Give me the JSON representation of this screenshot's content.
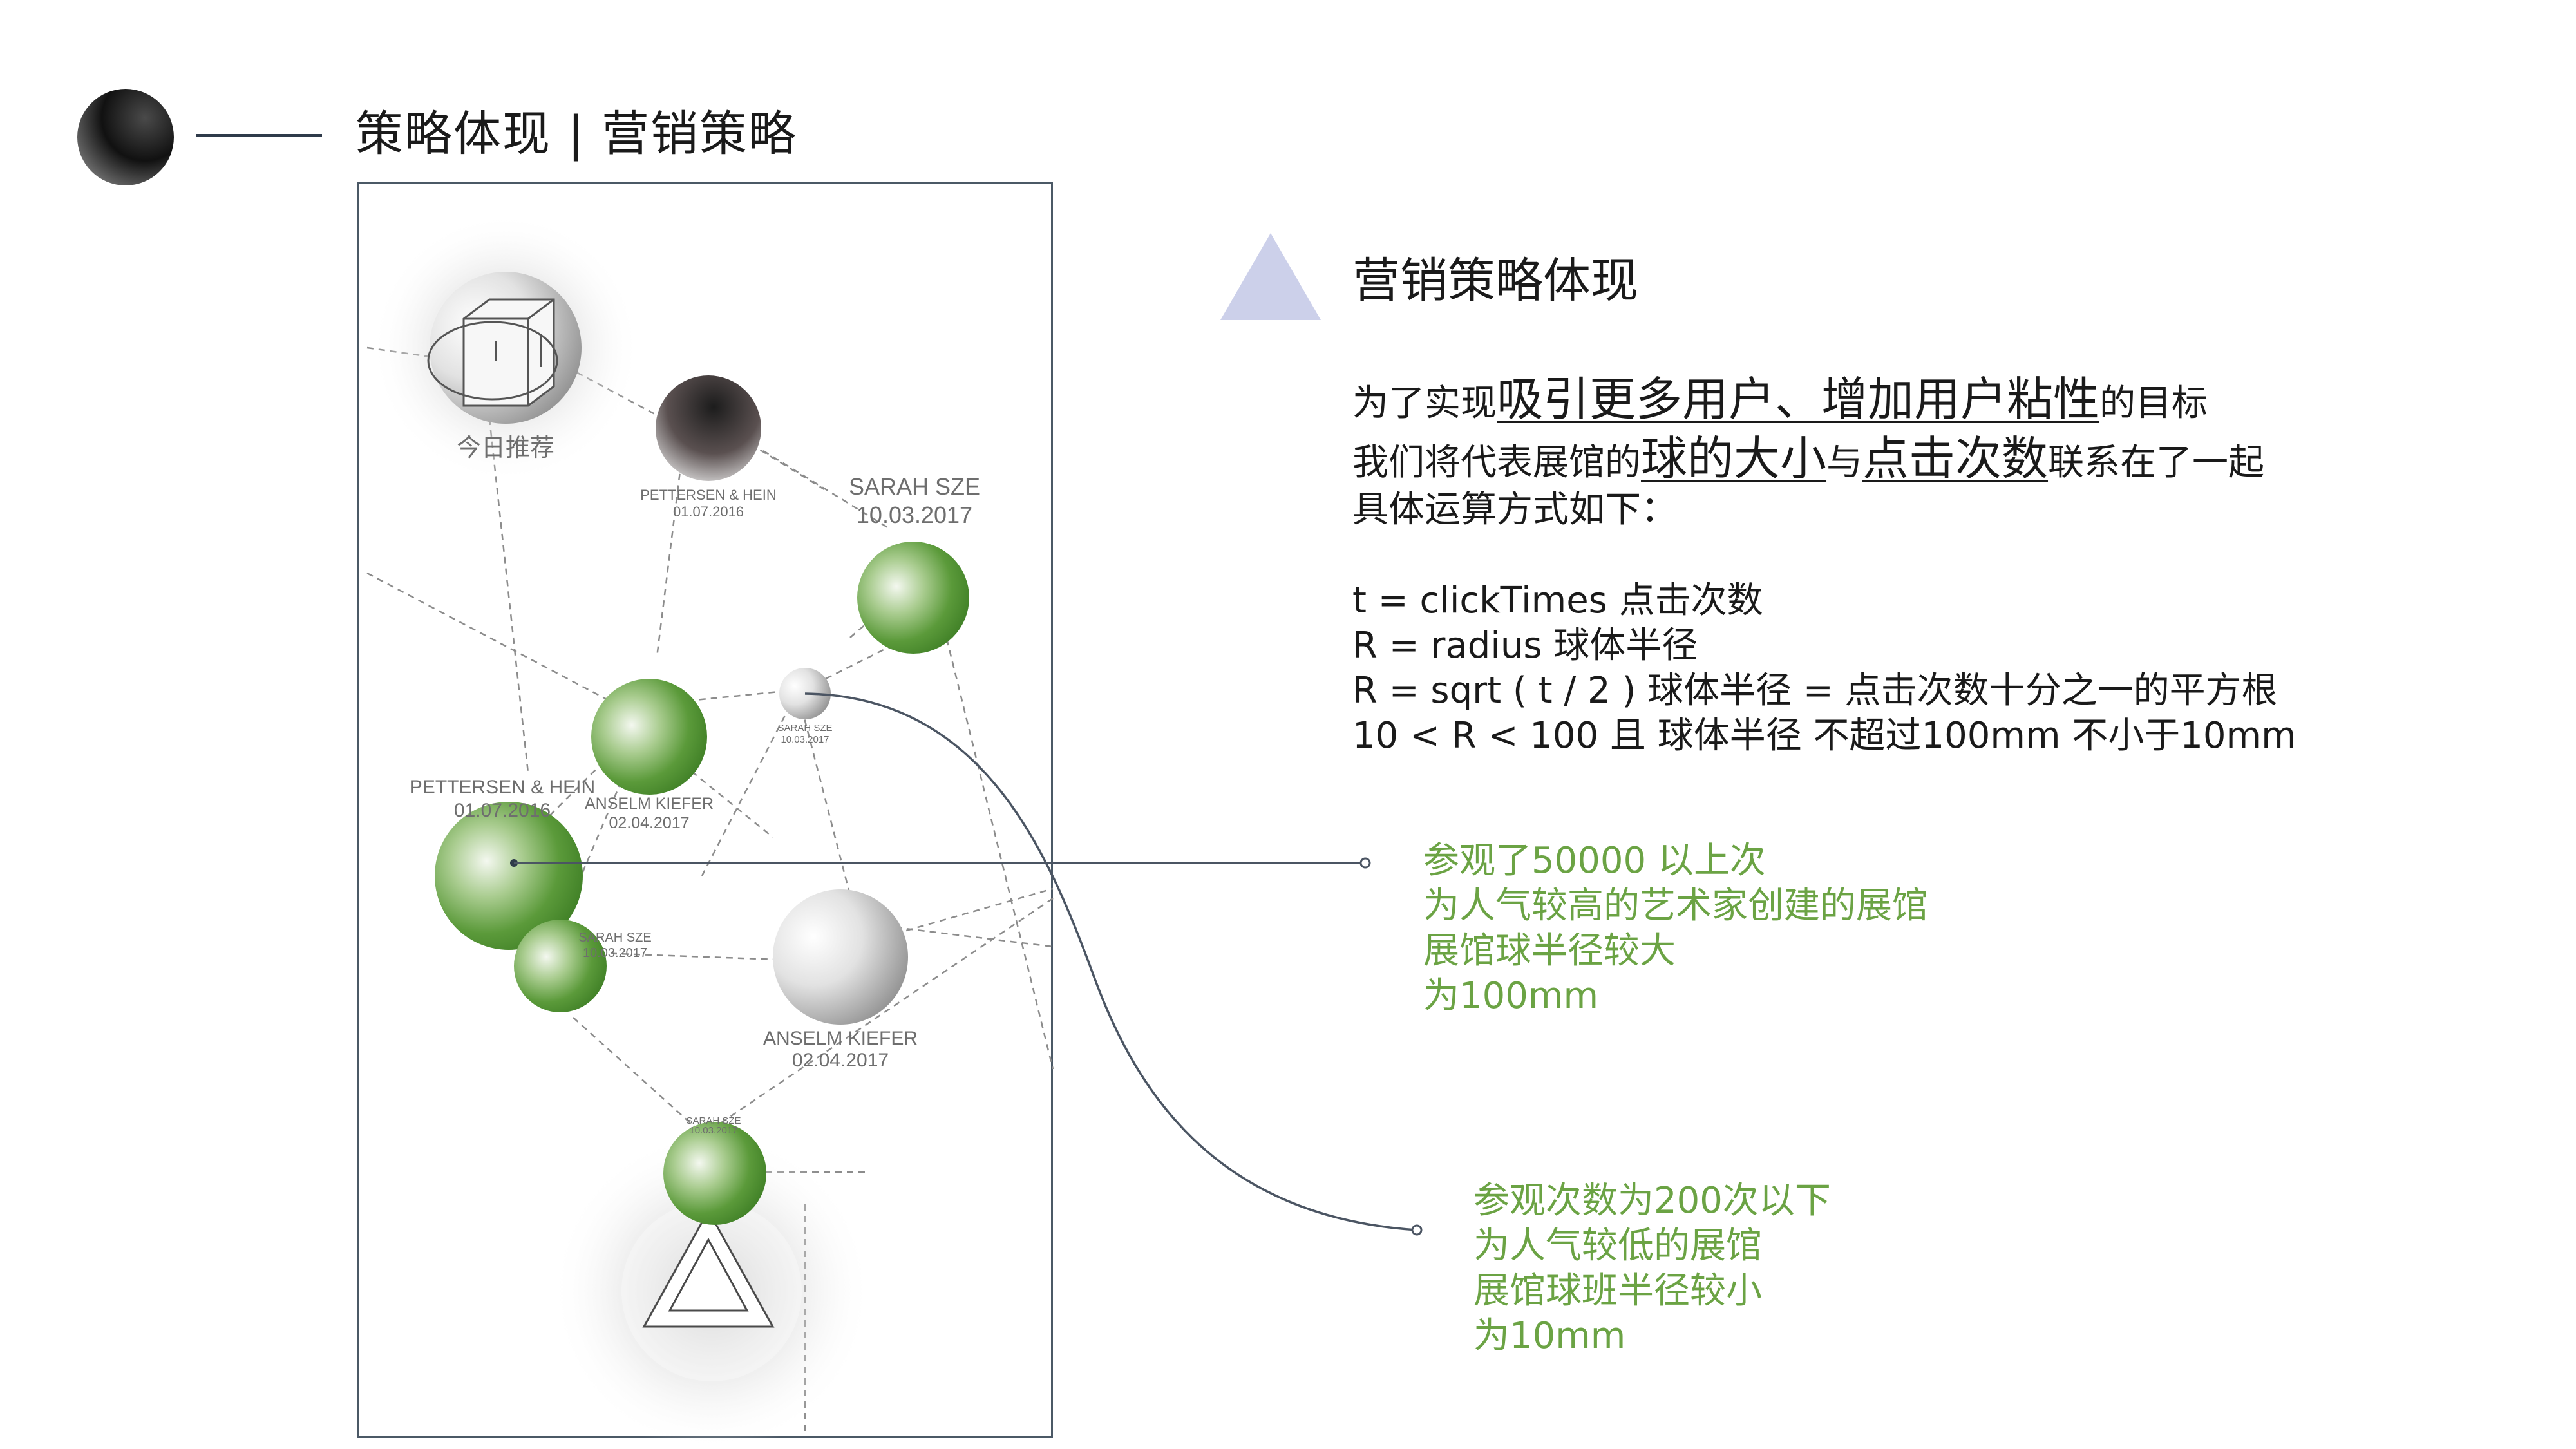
{
  "header": {
    "title": "策略体现 | 营销策略"
  },
  "diagram": {
    "balls": [
      {
        "id": "today-pick",
        "label": "今日推荐"
      },
      {
        "id": "dark-top",
        "lines": [
          "PETTERSEN & HEIN",
          "01.07.2016"
        ]
      },
      {
        "id": "green-right",
        "lines": [
          "SARAH SZE",
          "10.03.2017"
        ]
      },
      {
        "id": "small-white",
        "lines": [
          "SARAH SZE",
          "10.03.2017"
        ]
      },
      {
        "id": "green-mid",
        "lines": [
          "ANSELM KIEFER",
          "02.04.2017"
        ]
      },
      {
        "id": "green-big",
        "lines": [
          "PETTERSEN & HEIN",
          "01.07.2016"
        ]
      },
      {
        "id": "green-small-left",
        "lines": [
          "SARAH SZE",
          "10.03.2017"
        ]
      },
      {
        "id": "white-big",
        "lines": [
          "ANSELM KIEFER",
          "02.04.2017"
        ]
      },
      {
        "id": "green-bottom",
        "lines": [
          "SARAH SZE",
          "10.03.2017"
        ]
      }
    ]
  },
  "section": {
    "title": "营销策略体现"
  },
  "intro": {
    "line1_a": "为了实现",
    "line1_em": "吸引更多用户、增加用户粘性",
    "line1_b": "的目标",
    "line2_a": "我们将代表展馆的",
    "line2_em1": "球的大小",
    "line2_mid": "与",
    "line2_em2": "点击次数",
    "line2_b": "联系在了一起",
    "line3": "具体运算方式如下："
  },
  "formula": {
    "lines": [
      "t = clickTimes 点击次数",
      "R = radius 球体半径",
      "R = sqrt ( t / 2 ) 球体半径 = 点击次数十分之一的平方根",
      "10 < R < 100 且 球体半径 不超过100mm 不小于10mm"
    ]
  },
  "notes": {
    "high": [
      "参观了50000 以上次",
      "为人气较高的艺术家创建的展馆",
      "展馆球半径较大",
      "为100mm"
    ],
    "low": [
      "参观次数为200次以下",
      "为人气较低的展馆",
      "展馆球班半径较小",
      "为10mm"
    ]
  },
  "colors": {
    "accent_green": "#6ba344",
    "ball_green": "#5b9a3a",
    "line_dark": "#2f3b4a",
    "triangle": "#ccd0ea"
  }
}
